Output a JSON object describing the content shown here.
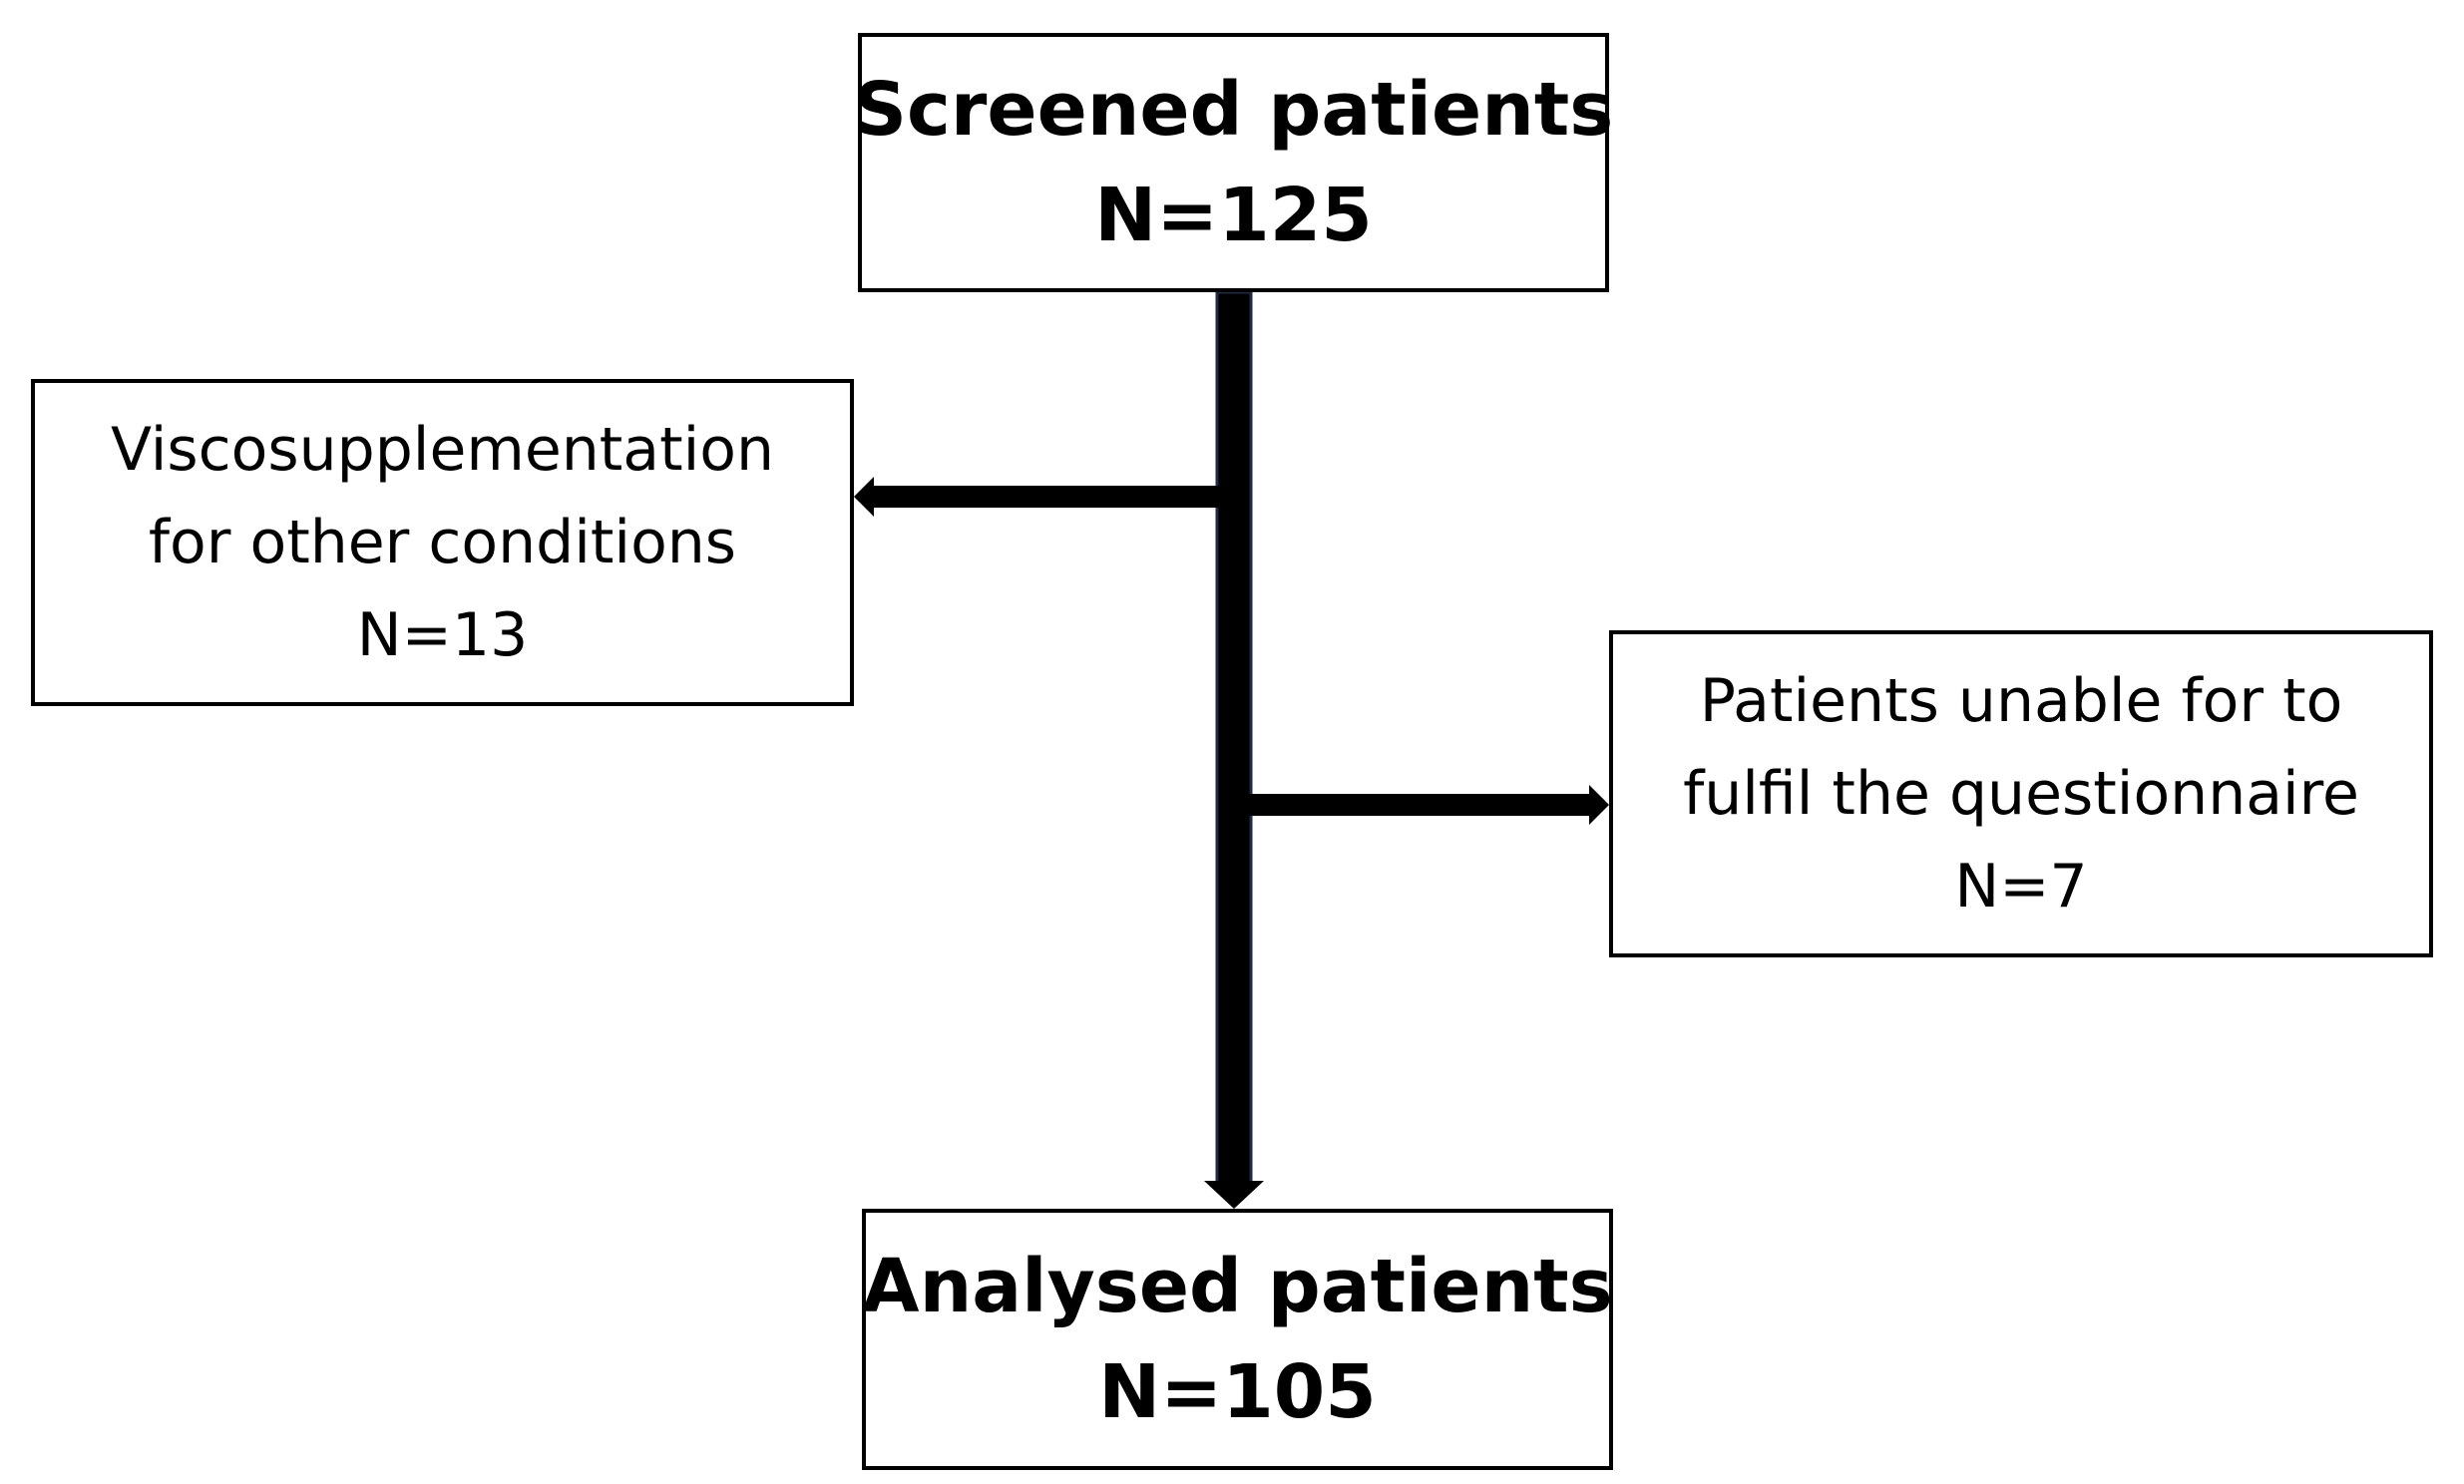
{
  "nodes": {
    "screened": {
      "lines": [
        "Screened patients",
        "N=125"
      ]
    },
    "excluded_other_conditions": {
      "lines": [
        "Viscosupplementation",
        "for other conditions",
        "N=13"
      ]
    },
    "excluded_questionnaire": {
      "lines": [
        "Patients unable for to",
        "fulfil the questionnaire",
        "N=7"
      ]
    },
    "analysed": {
      "lines": [
        "Analysed patients",
        "N=105"
      ]
    }
  },
  "edges": [
    {
      "from": "screened",
      "to": "analysed"
    },
    {
      "from": "screened",
      "to": "excluded_other_conditions"
    },
    {
      "from": "screened",
      "to": "excluded_questionnaire"
    }
  ]
}
